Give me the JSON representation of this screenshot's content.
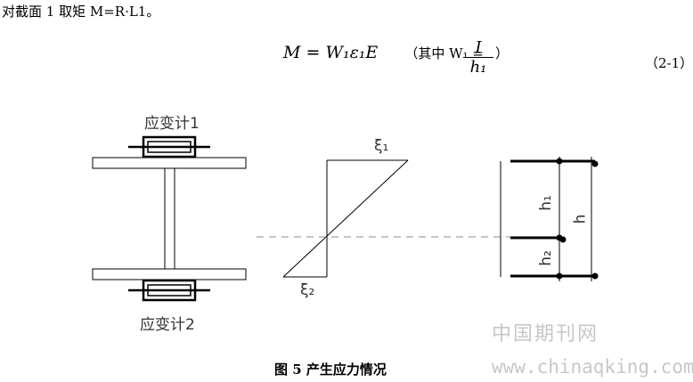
{
  "text": {
    "intro": "对截面 1 取矩 M=R·L1。",
    "equation_main": "M = W₁ε₁E",
    "equation_note_open": "（其中 W₁ =",
    "equation_note_close": "）",
    "frac_num": "I",
    "frac_den": "h₁",
    "equation_number": "（2-1）",
    "caption": "图 5   产生应力情况"
  },
  "labels": {
    "gauge1": "应变计1",
    "gauge2": "应变计2",
    "eps1": "ξ₁",
    "eps2": "ξ₂",
    "h1": "h₁",
    "h2": "h₂",
    "h": "h"
  },
  "watermark": {
    "cn": "中国期刊网",
    "url": "www.chinaqking.com"
  }
}
